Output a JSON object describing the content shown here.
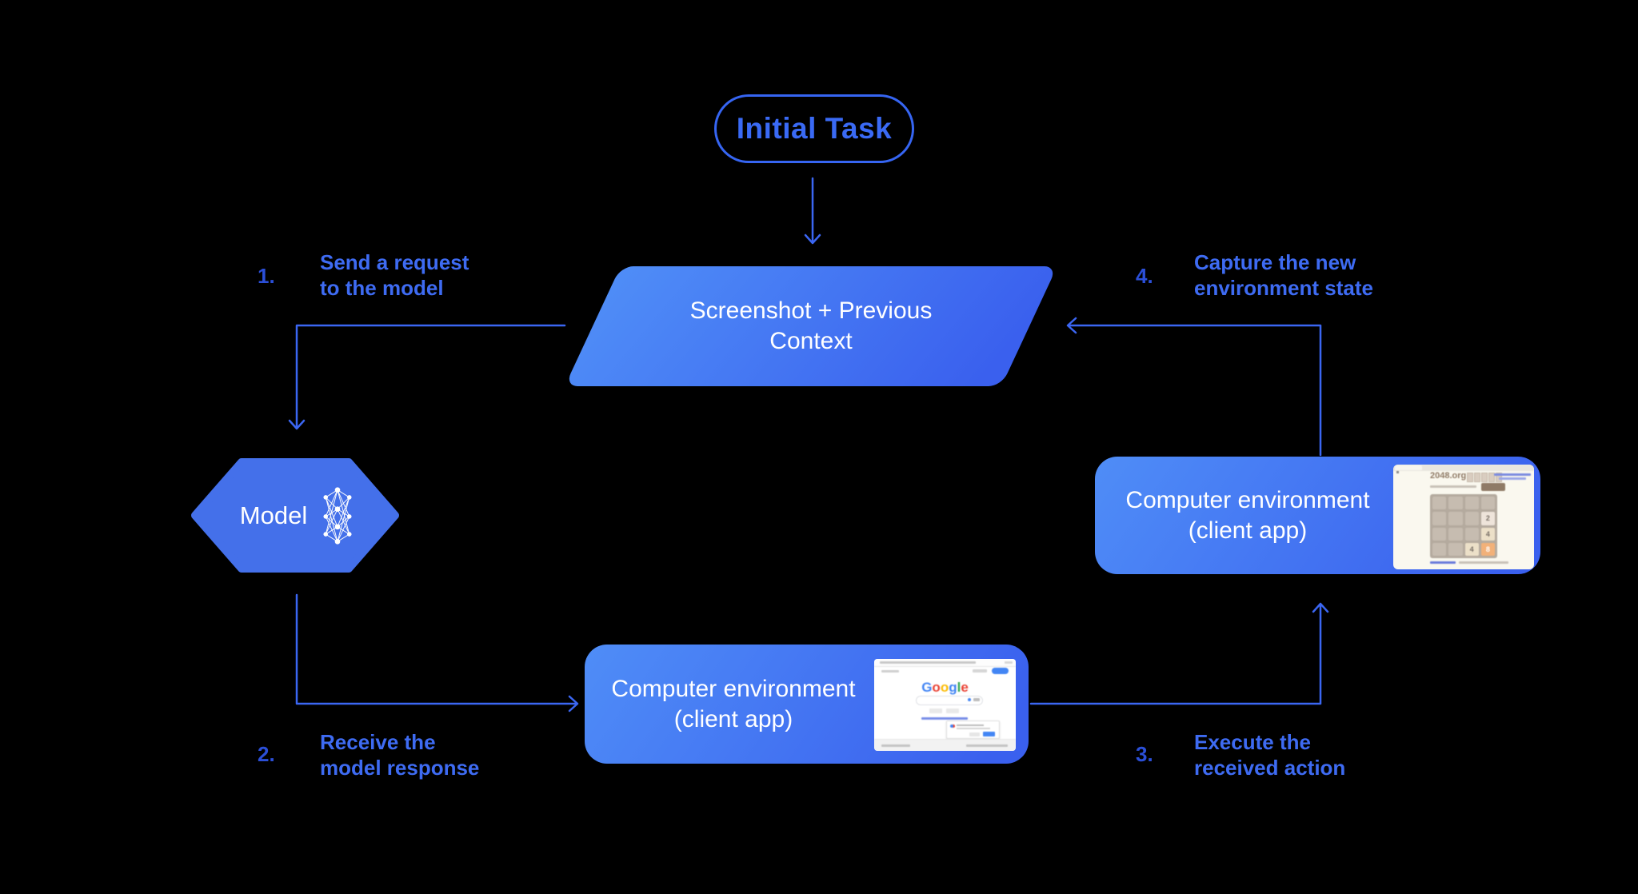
{
  "colors": {
    "background": "#000000",
    "accent_blue": "#3a6af5",
    "arrow_blue": "#3b66f2",
    "step_number_blue": "#2b4fd8",
    "step_label_blue": "#3e6bf2",
    "shape_gradient_start": "#4f8df7",
    "shape_gradient_end": "#3a60ee",
    "hexagon_fill": "#4470ea",
    "node_text_white": "#ffffff"
  },
  "nodes": {
    "initial_task": {
      "label": "Initial Task"
    },
    "screenshot_context": {
      "line1": "Screenshot + Previous",
      "line2": "Context"
    },
    "model": {
      "label": "Model"
    },
    "env_client_right": {
      "line1": "Computer environment",
      "line2": "(client app)"
    },
    "env_client_bottom": {
      "line1": "Computer environment",
      "line2": "(client app)"
    }
  },
  "steps": [
    {
      "number": "1.",
      "line1": "Send a request",
      "line2": "to the model"
    },
    {
      "number": "2.",
      "line1": "Receive the",
      "line2": "model response"
    },
    {
      "number": "3.",
      "line1": "Execute the",
      "line2": "received action"
    },
    {
      "number": "4.",
      "line1": "Capture the new",
      "line2": "environment state"
    }
  ],
  "mini_2048": {
    "site_title": "2048.org",
    "tiles": [
      {
        "value": "2"
      },
      {
        "value": "4"
      },
      {
        "value": "4"
      },
      {
        "value": "8"
      }
    ],
    "board_color": "#b4aa9e",
    "tile_8_color": "#f2b179"
  },
  "mini_google": {
    "logo_letters": [
      {
        "char": "G",
        "color": "#4285F4"
      },
      {
        "char": "o",
        "color": "#EA4335"
      },
      {
        "char": "o",
        "color": "#FBBC05"
      },
      {
        "char": "g",
        "color": "#4285F4"
      },
      {
        "char": "l",
        "color": "#34A853"
      },
      {
        "char": "e",
        "color": "#EA4335"
      }
    ]
  }
}
